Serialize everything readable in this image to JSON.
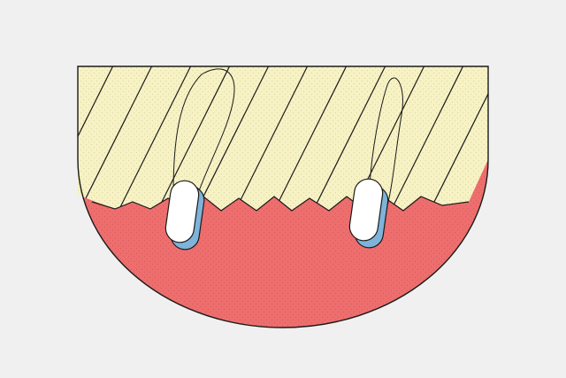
{
  "colors": {
    "background": "#f0f0f0",
    "upper_fill": "#f7f2c4",
    "lower_fill": "#ee6e6e",
    "outline": "#1a1a1a",
    "pill_fill": "#ffffff",
    "pill_shadow": "#7fb3d9",
    "dot_texture": "#d9d2a0",
    "lower_dot_texture": "#d85a5a"
  },
  "illustration": {
    "upper_region_name": "hatched-yellow-upper-region",
    "lower_region_name": "red-lower-region",
    "pill_count": 2,
    "hatch_style": "diagonal-lines",
    "boundary_style": "zigzag"
  }
}
